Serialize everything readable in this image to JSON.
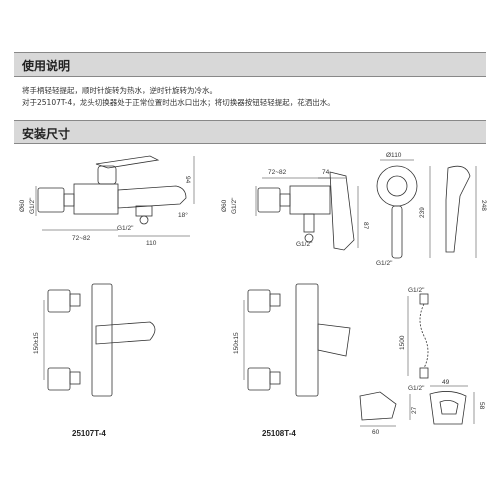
{
  "sections": {
    "instructions": {
      "title": "使用说明",
      "lines": [
        "将手柄轻轻提起，顺时针旋转为热水，逆时针旋转为冷水。",
        "对于25107T-4，龙头切换器处于正常位置时出水口出水；将切换器按钮轻轻提起，花洒出水。"
      ]
    },
    "dimensions": {
      "title": "安装尺寸"
    }
  },
  "drawings": {
    "bath_mixer_side": {
      "labels": [
        "Ø60",
        "G1/2\"",
        "72~82",
        "110",
        "94",
        "18°",
        "G1/2\""
      ]
    },
    "shower_mixer_side": {
      "labels": [
        "72~82",
        "74",
        "Ø60",
        "G1/2\"",
        "87",
        "G1/2\""
      ]
    },
    "hand_shower": {
      "labels": [
        "Ø110",
        "239",
        "248",
        "G1/2\""
      ]
    },
    "bath_mixer_front": {
      "labels": [
        "150±15"
      ],
      "model": "25107T-4"
    },
    "shower_mixer_front": {
      "labels": [
        "150±15"
      ],
      "model": "25108T-4"
    },
    "hose": {
      "labels": [
        "G1/2\"",
        "1500",
        "G1/2\""
      ]
    },
    "holder": {
      "labels": [
        "49",
        "27",
        "58",
        "60"
      ]
    }
  }
}
